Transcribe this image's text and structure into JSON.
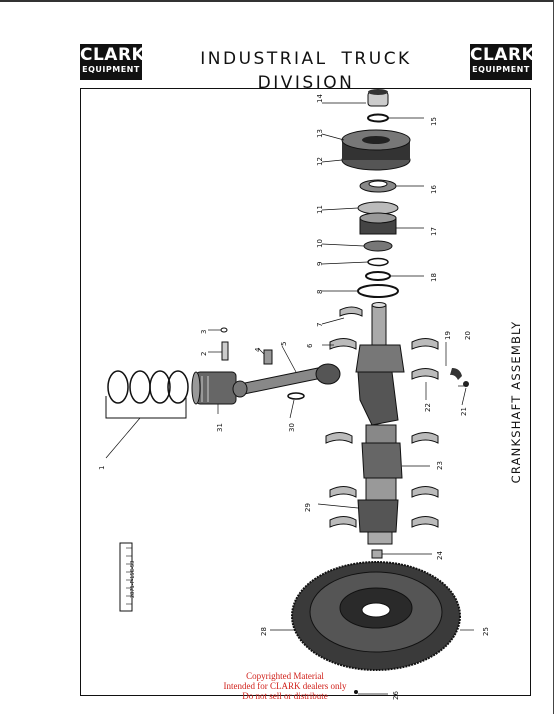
{
  "header": {
    "logo_line1": "CLARK",
    "logo_line2": "EQUIPMENT",
    "division_title": "INDUSTRIAL TRUCK DIVISION"
  },
  "figure": {
    "title": "CRANKSHAFT ASSEMBLY",
    "drawing_code": "2871-P-15C-53",
    "callouts": [
      "1",
      "2",
      "3",
      "4",
      "5",
      "6",
      "7",
      "8",
      "9",
      "10",
      "11",
      "12",
      "13",
      "14",
      "15",
      "16",
      "17",
      "18",
      "19",
      "20",
      "21",
      "22",
      "23",
      "24",
      "25",
      "26",
      "28",
      "29",
      "30",
      "31"
    ]
  },
  "copyright": {
    "line1": "Copyrighted Material",
    "line2": "Intended for CLARK dealers only",
    "line3": "Do not sell or distribute"
  },
  "colors": {
    "ink": "#111111",
    "watermark_red": "#d0201a"
  }
}
